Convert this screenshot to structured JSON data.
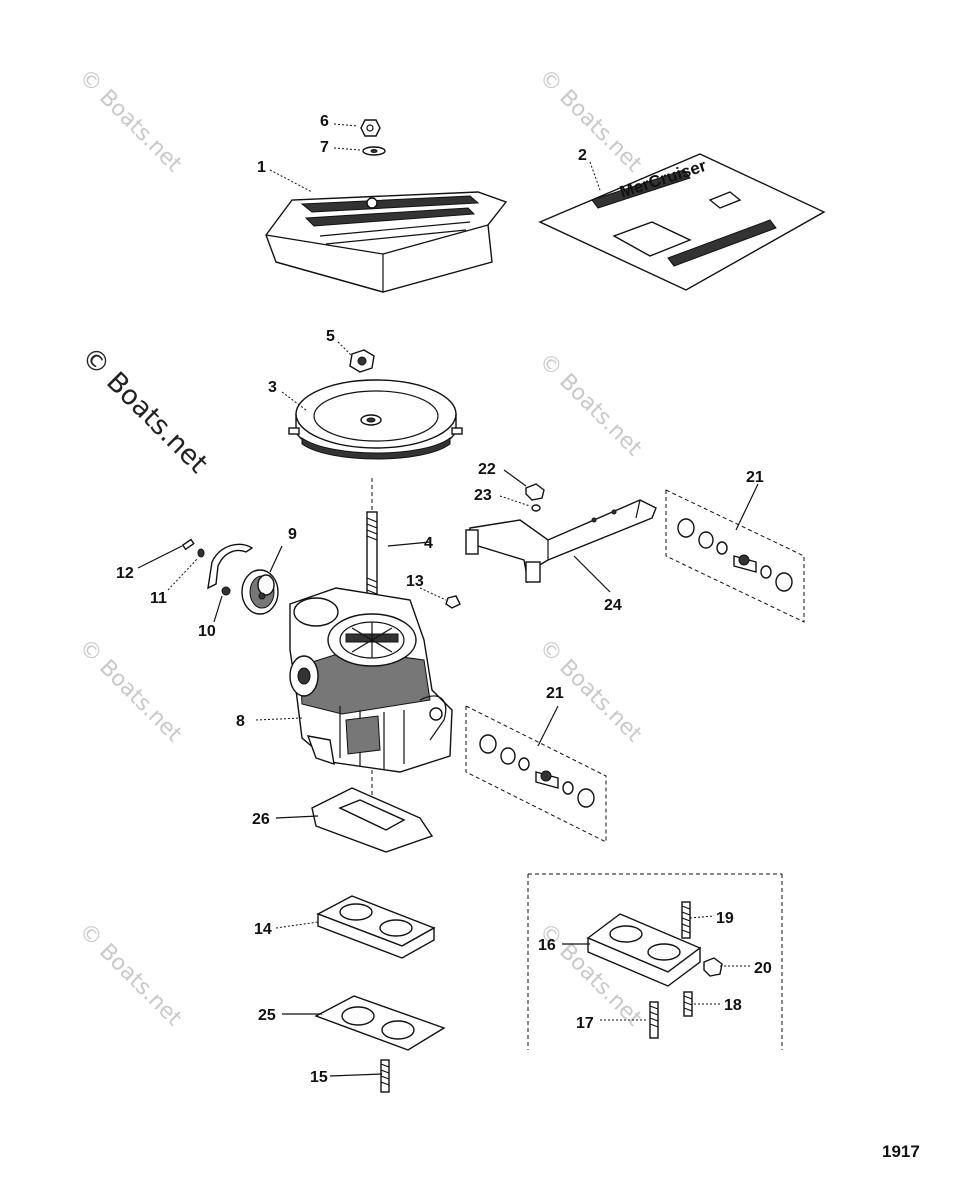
{
  "callouts": [
    {
      "id": "c1",
      "text": "1"
    },
    {
      "id": "c2",
      "text": "2"
    },
    {
      "id": "c3",
      "text": "3"
    },
    {
      "id": "c4",
      "text": "4"
    },
    {
      "id": "c5",
      "text": "5"
    },
    {
      "id": "c6",
      "text": "6"
    },
    {
      "id": "c7",
      "text": "7"
    },
    {
      "id": "c8",
      "text": "8"
    },
    {
      "id": "c9",
      "text": "9"
    },
    {
      "id": "c10",
      "text": "10"
    },
    {
      "id": "c11",
      "text": "11"
    },
    {
      "id": "c12",
      "text": "12"
    },
    {
      "id": "c13",
      "text": "13"
    },
    {
      "id": "c14",
      "text": "14"
    },
    {
      "id": "c15",
      "text": "15"
    },
    {
      "id": "c16",
      "text": "16"
    },
    {
      "id": "c17",
      "text": "17"
    },
    {
      "id": "c18",
      "text": "18"
    },
    {
      "id": "c19",
      "text": "19"
    },
    {
      "id": "c20",
      "text": "20"
    },
    {
      "id": "c21a",
      "text": "21"
    },
    {
      "id": "c21b",
      "text": "21"
    },
    {
      "id": "c22",
      "text": "22"
    },
    {
      "id": "c23",
      "text": "23"
    },
    {
      "id": "c24",
      "text": "24"
    },
    {
      "id": "c25",
      "text": "25"
    },
    {
      "id": "c26",
      "text": "26"
    }
  ],
  "watermark": {
    "text": "© Boats.net",
    "prominent_text": "© Boats.net"
  },
  "figure_number": "1917",
  "decal_text": "MerCruiser",
  "colors": {
    "line": "#111111",
    "watermark": "#c9c9c9",
    "background": "#ffffff"
  }
}
